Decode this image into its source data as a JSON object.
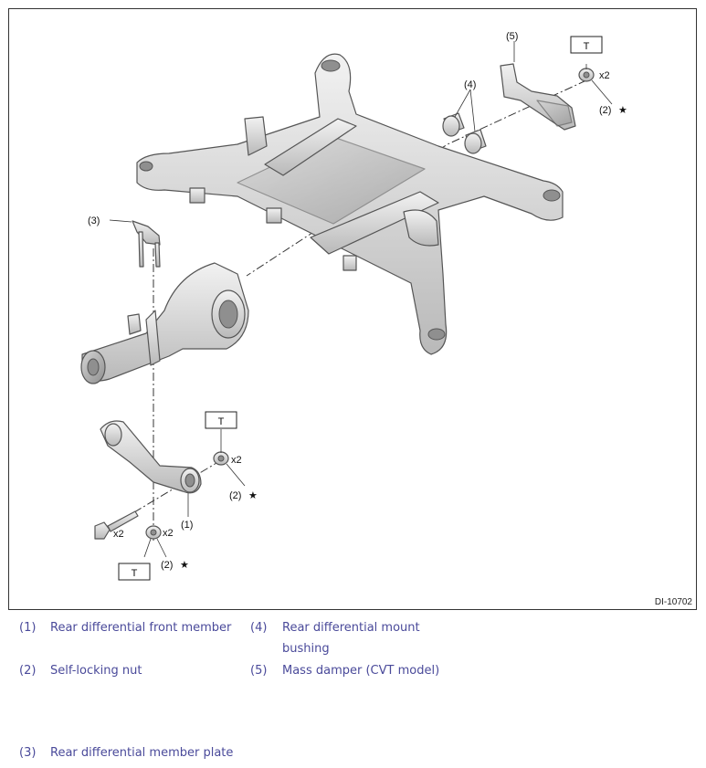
{
  "diagram": {
    "id_label": "DI-10702",
    "callouts": {
      "c1": "(1)",
      "c2a": "(2)",
      "c2b": "(2)",
      "c2c": "(2)",
      "c3": "(3)",
      "c4": "(4)",
      "c5": "(5)"
    },
    "star": "★",
    "qty": {
      "q1": "x2",
      "q2": "x2",
      "q3": "x2",
      "q4": "x2"
    },
    "torque_boxes": {
      "t1": "T",
      "t2": "T",
      "t3": "T"
    }
  },
  "legend": [
    {
      "num": "(1)",
      "text": "Rear differential front member"
    },
    {
      "num": "(2)",
      "text": "Self-locking nut"
    },
    {
      "num": "(3)",
      "text": "Rear differential member plate"
    },
    {
      "num": "(4)",
      "text": "Rear differential mount",
      "text_line2": "bushing"
    },
    {
      "num": "(5)",
      "text": "Mass damper (CVT model)"
    }
  ]
}
